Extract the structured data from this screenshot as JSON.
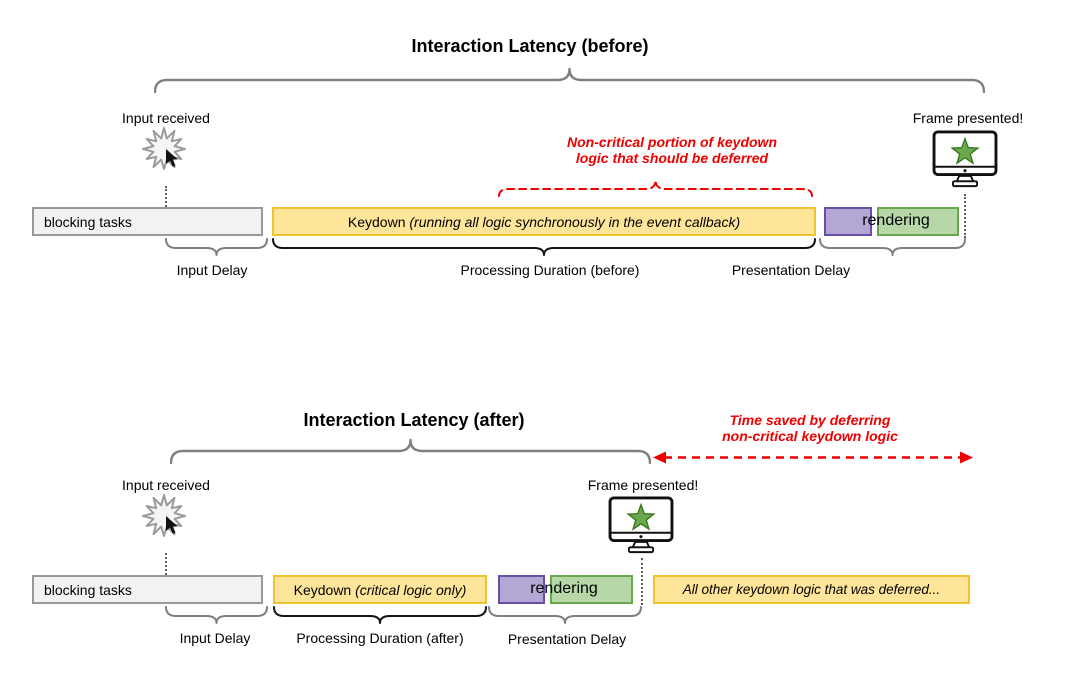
{
  "colors": {
    "yellow_fill": "#ffe599",
    "yellow_border": "#f1c232",
    "purple_fill": "#b4a7d6",
    "purple_border": "#674ea7",
    "green_fill": "#b6d7a8",
    "green_border": "#6aa84f",
    "gray_fill": "#f2f2f2",
    "gray_border": "#999999",
    "red": "#ee0000",
    "brace_gray": "#808080",
    "brace_dark": "#141414",
    "star_green": "#6aa84f",
    "star_edge": "#38761d"
  },
  "icons": {
    "input": "click-starburst-icon",
    "cursor": "mouse-cursor-icon",
    "frame": "monitor-star-icon"
  },
  "before": {
    "title": "Interaction Latency (before)",
    "input_label": "Input received",
    "frame_label": "Frame presented!",
    "note": {
      "line1": "Non-critical portion of keydown",
      "line2": "logic that should be deferred"
    },
    "bars": {
      "blocking": "blocking tasks",
      "keydown": "Keydown ",
      "keydown_detail": "(running all logic synchronously in the event callback)",
      "rendering": "rendering"
    },
    "labels": {
      "input_delay": "Input Delay",
      "processing": "Processing Duration (before)",
      "presentation": "Presentation Delay"
    }
  },
  "after": {
    "title": "Interaction Latency (after)",
    "input_label": "Input received",
    "frame_label": "Frame presented!",
    "time_saved": {
      "line1": "Time saved by deferring",
      "line2": "non-critical keydown logic"
    },
    "bars": {
      "blocking": "blocking tasks",
      "keydown": "Keydown ",
      "keydown_detail": "(critical logic only)",
      "rendering": "rendering",
      "deferred": "All other keydown logic that was deferred..."
    },
    "labels": {
      "input_delay": "Input Delay",
      "processing": "Processing Duration (after)",
      "presentation": "Presentation Delay"
    }
  }
}
